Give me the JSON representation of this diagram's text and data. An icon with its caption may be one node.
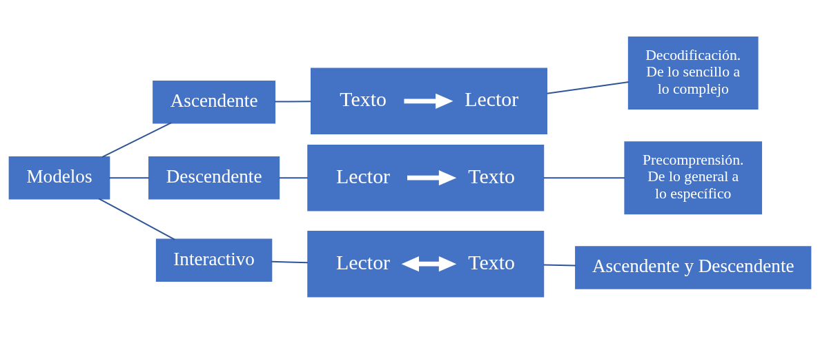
{
  "diagram": {
    "nodes": [
      {
        "text": [
          "Modelos"
        ]
      },
      {
        "text": [
          "Ascendente"
        ]
      },
      {
        "text": [],
        "shape": "box"
      },
      {
        "text": [
          "Texto"
        ],
        "in": 2
      },
      {
        "text": [
          "Lector"
        ],
        "in": 2
      },
      {
        "text": [
          "Decodificación. De lo sencillo a lo complejo"
        ]
      },
      {
        "text": [
          "Descendente"
        ]
      },
      {
        "text": [],
        "shape": "box"
      },
      {
        "text": [
          "Lector"
        ],
        "in": 7
      },
      {
        "text": [
          "Texto"
        ],
        "in": 7
      },
      {
        "text": [
          "Precomprensión. De lo general a lo específico"
        ]
      },
      {
        "text": [
          "Interactivo"
        ]
      },
      {
        "text": [],
        "shape": "box"
      },
      {
        "text": [
          "Lector"
        ],
        "in": 12
      },
      {
        "text": [
          "Texto"
        ],
        "in": 12
      },
      {
        "text": [
          "Ascendente y Descendente"
        ]
      }
    ],
    "edges": [
      {
        "from": 0,
        "to": 1,
        "arrow": "none"
      },
      {
        "from": 0,
        "to": 6,
        "arrow": "none"
      },
      {
        "from": 0,
        "to": 11,
        "arrow": "none"
      },
      {
        "from": 1,
        "to": 2,
        "arrow": "none"
      },
      {
        "from": 3,
        "to": 4,
        "arrow": "to",
        "style": "thick",
        "color": "#ffffff"
      },
      {
        "from": 2,
        "to": 5,
        "arrow": "none"
      },
      {
        "from": 6,
        "to": 7,
        "arrow": "none"
      },
      {
        "from": 8,
        "to": 9,
        "arrow": "to",
        "style": "thick",
        "color": "#ffffff"
      },
      {
        "from": 7,
        "to": 10,
        "arrow": "none"
      },
      {
        "from": 11,
        "to": 12,
        "arrow": "none"
      },
      {
        "from": 13,
        "to": 14,
        "arrow": "both",
        "style": "thick",
        "color": "#ffffff"
      },
      {
        "from": 12,
        "to": 15,
        "arrow": "none"
      }
    ]
  }
}
